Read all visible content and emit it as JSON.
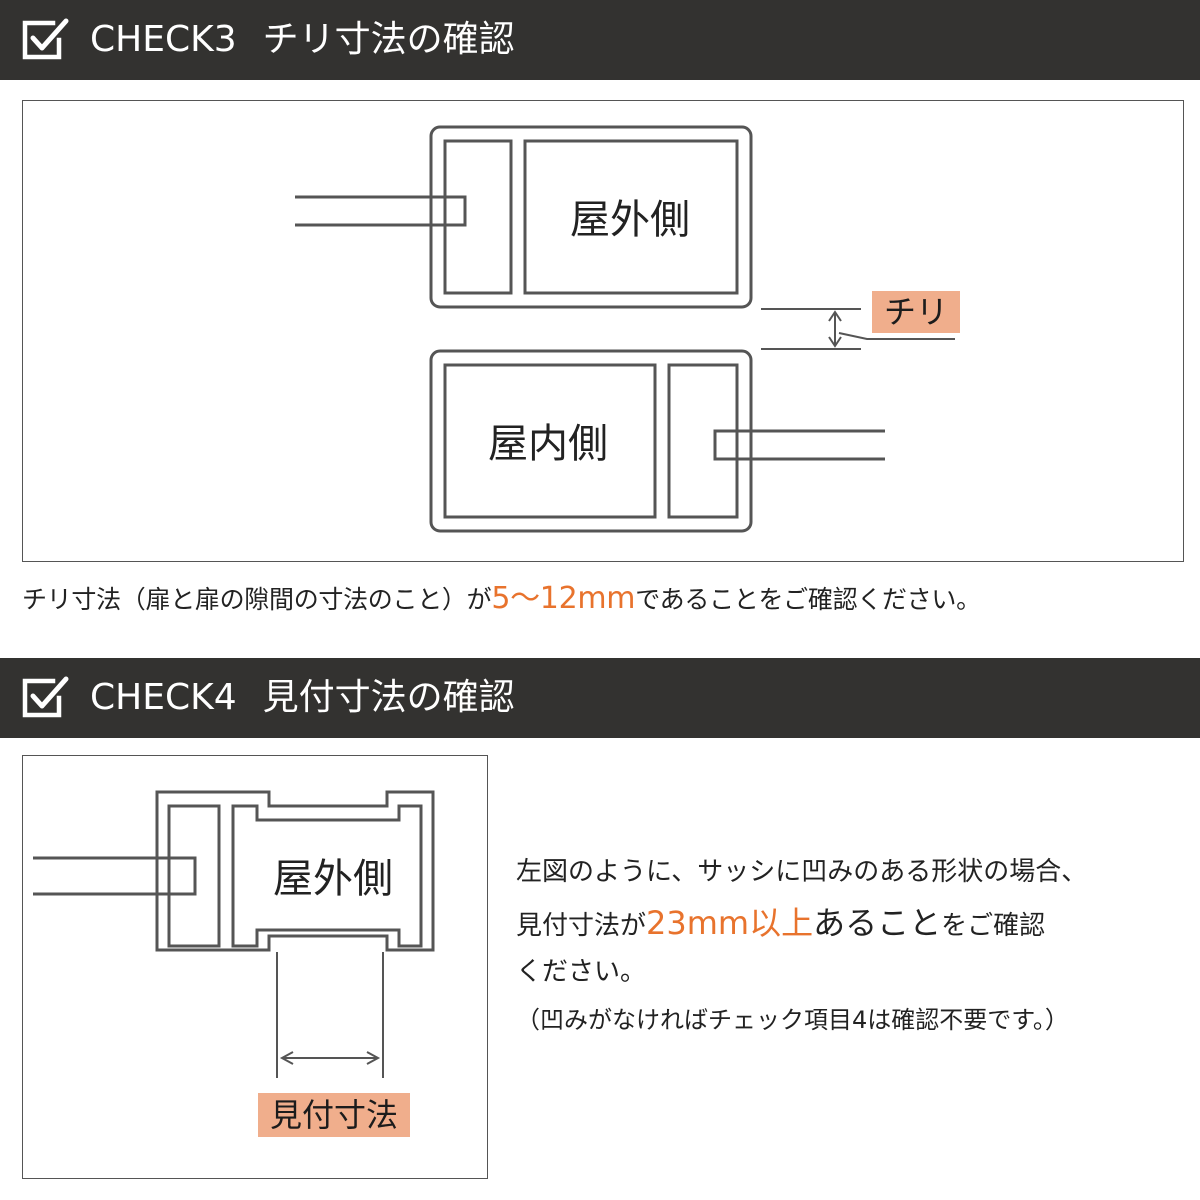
{
  "check3": {
    "title_code": "CHECK3",
    "title_text": "チリ寸法の確認",
    "diagram": {
      "outdoor_label": "屋外側",
      "indoor_label": "屋内側",
      "gap_tag": "チリ"
    },
    "caption": {
      "prefix": "チリ寸法（扉と扉の隙間の寸法のこと）が",
      "highlight": "5～12mm",
      "suffix": "であることをご確認ください。"
    }
  },
  "check4": {
    "title_code": "CHECK4",
    "title_text": "見付寸法の確認",
    "diagram": {
      "outdoor_label": "屋外側",
      "width_tag": "見付寸法"
    },
    "description": {
      "line1": "左図のように、サッシに凹みのある形状の場合、",
      "line2_prefix": "見付寸法が",
      "line2_highlight": "23mm以上",
      "line2_big": "あること",
      "line2_suffix": "をご確認",
      "line3": "ください。",
      "note": "（凹みがなければチェック項目4は確認不要です。）"
    }
  },
  "colors": {
    "header_band": "#333230",
    "highlight_text": "#e8732d",
    "tag_fill": "#f0ae8c"
  },
  "icons": [
    "checkbox-check-icon"
  ]
}
